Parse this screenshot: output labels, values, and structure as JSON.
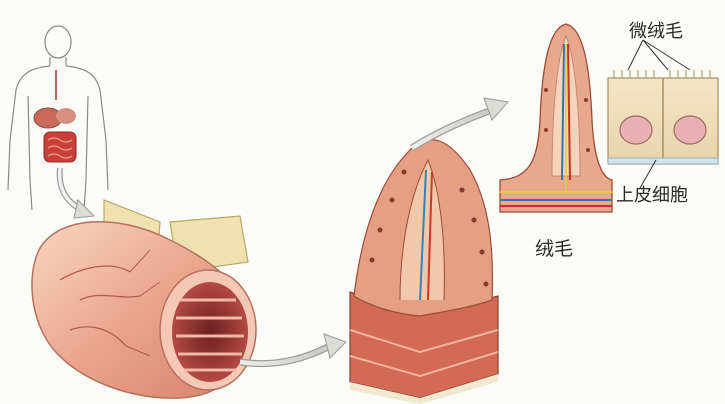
{
  "labels": {
    "microvilli": "微绒毛",
    "epithelial_cell": "上皮细胞",
    "villus": "绒毛"
  }
}
